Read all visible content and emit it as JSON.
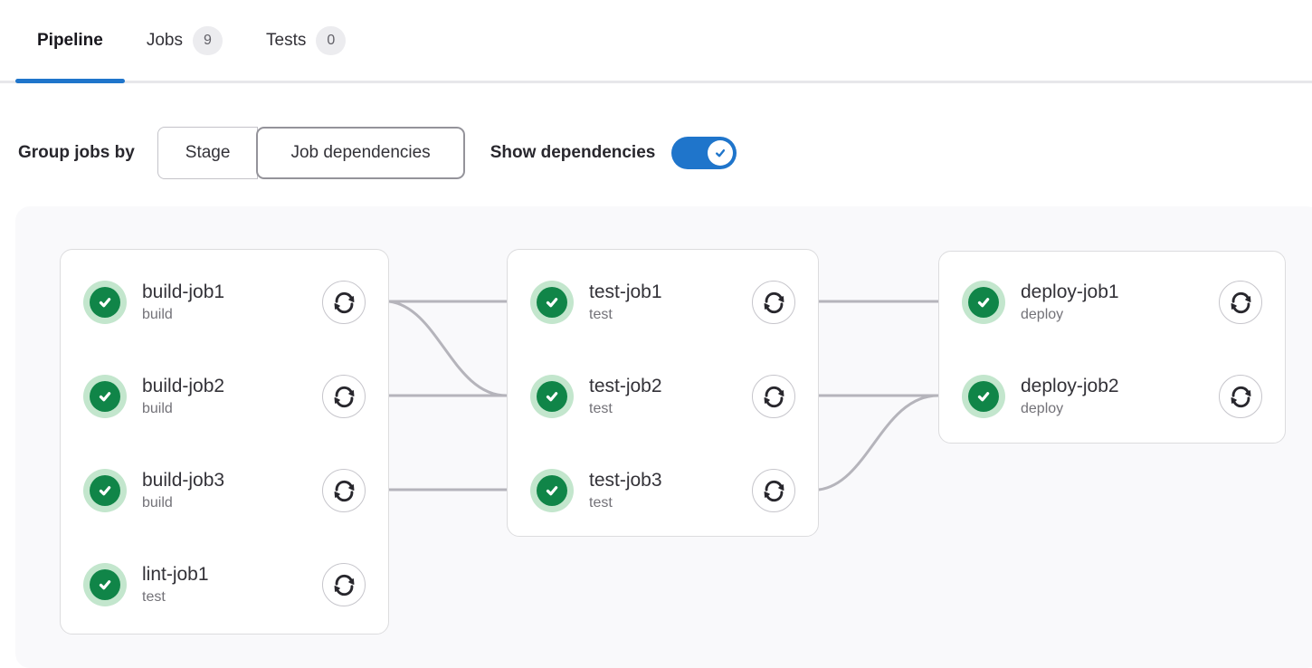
{
  "tabs": {
    "items": [
      {
        "label": "Pipeline",
        "active": true
      },
      {
        "label": "Jobs",
        "badge": "9",
        "active": false
      },
      {
        "label": "Tests",
        "badge": "0",
        "active": false
      }
    ]
  },
  "controls": {
    "group_jobs_by_label": "Group jobs by",
    "segmented_options": [
      {
        "label": "Stage",
        "selected": false
      },
      {
        "label": "Job dependencies",
        "selected": true
      }
    ],
    "show_dependencies_label": "Show dependencies",
    "show_dependencies_on": true
  },
  "colors": {
    "accent_blue": "#1f75cb",
    "success_green": "#108548",
    "success_ring_green": "#c3e6cd",
    "link_gray": "#b5b4bb"
  },
  "icons": {
    "status": "check-circle-icon",
    "retry": "retry-icon",
    "toggle_knob": "check-icon"
  },
  "pipeline": {
    "columns": [
      {
        "jobs": [
          {
            "name": "build-job1",
            "stage": "build",
            "status": "success"
          },
          {
            "name": "build-job2",
            "stage": "build",
            "status": "success"
          },
          {
            "name": "build-job3",
            "stage": "build",
            "status": "success"
          },
          {
            "name": "lint-job1",
            "stage": "test",
            "status": "success"
          }
        ]
      },
      {
        "jobs": [
          {
            "name": "test-job1",
            "stage": "test",
            "status": "success"
          },
          {
            "name": "test-job2",
            "stage": "test",
            "status": "success"
          },
          {
            "name": "test-job3",
            "stage": "test",
            "status": "success"
          }
        ]
      },
      {
        "jobs": [
          {
            "name": "deploy-job1",
            "stage": "deploy",
            "status": "success"
          },
          {
            "name": "deploy-job2",
            "stage": "deploy",
            "status": "success"
          }
        ]
      }
    ],
    "links": [
      {
        "from": "build-job1",
        "to": "test-job1"
      },
      {
        "from": "build-job1",
        "to": "test-job2"
      },
      {
        "from": "build-job2",
        "to": "test-job2"
      },
      {
        "from": "build-job3",
        "to": "test-job3"
      },
      {
        "from": "test-job1",
        "to": "deploy-job1"
      },
      {
        "from": "test-job2",
        "to": "deploy-job2"
      },
      {
        "from": "test-job3",
        "to": "deploy-job2"
      }
    ]
  }
}
